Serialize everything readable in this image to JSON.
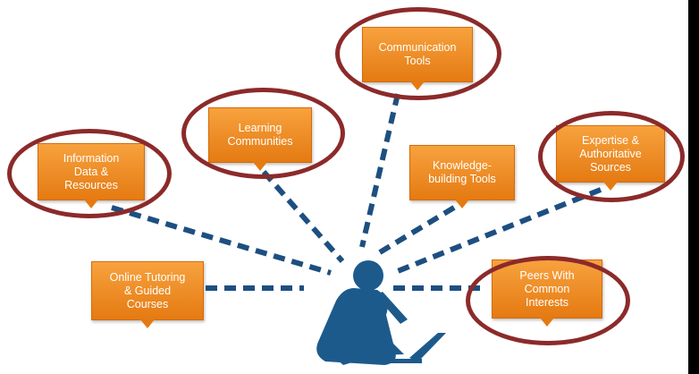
{
  "diagram": {
    "colors": {
      "box": "#f0901f",
      "ring": "#8c2a2a",
      "link": "#1d4f80",
      "figure": "#1d5a8c"
    },
    "central_figure": "person-with-laptop-icon",
    "nodes": {
      "information": "Information\nData &\nResources",
      "learning_communities": "Learning\nCommunities",
      "communication_tools": "Communication\nTools",
      "knowledge_building": "Knowledge-\nbuilding Tools",
      "expertise": "Expertise &\nAuthoritative\nSources",
      "online_tutoring": "Online Tutoring\n& Guided\nCourses",
      "peers": "Peers With\nCommon\nInterests"
    }
  }
}
